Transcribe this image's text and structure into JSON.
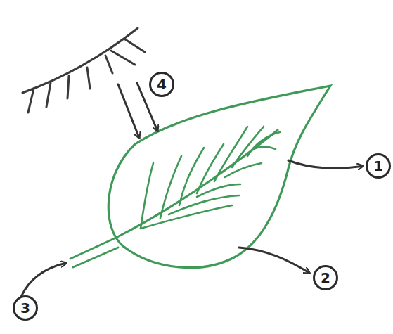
{
  "diagram": {
    "labels": [
      "4",
      "1",
      "2",
      "3"
    ]
  }
}
